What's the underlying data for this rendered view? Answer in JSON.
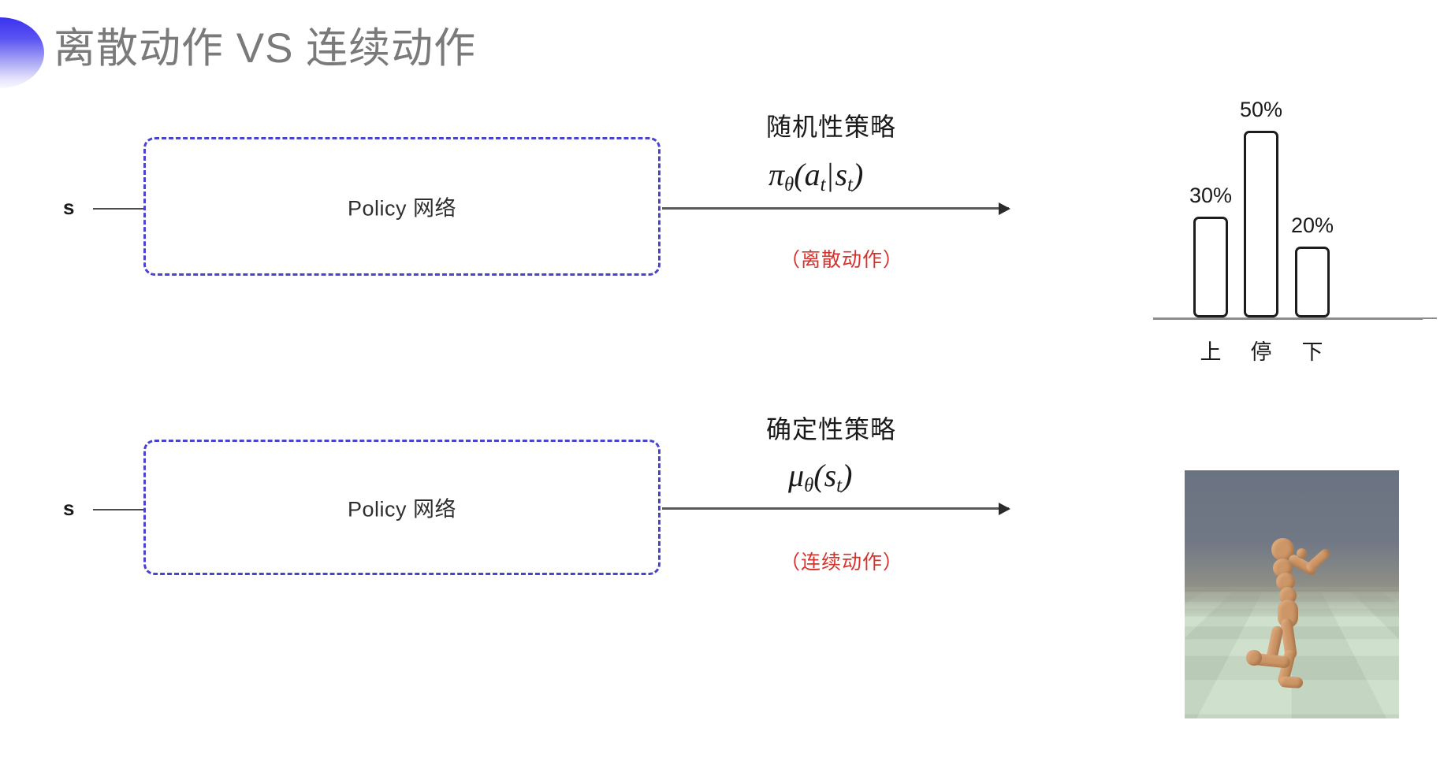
{
  "slide": {
    "title": "离散动作 VS 连续动作",
    "bullet_icon": "half-circle-bullet-icon",
    "title_color": "#7a7a7a",
    "accent_color": "#3b32ef",
    "red_accent": "#d8322c",
    "box_border_color": "#4a43cf"
  },
  "rows": [
    {
      "id": "discrete",
      "input_label": "s",
      "box_label": "Policy 网络",
      "policy_name": "随机性策略",
      "formula": {
        "head": "π",
        "head_sub": "θ",
        "open": "(",
        "arg1": "a",
        "arg1_sub": "t",
        "bar": "|",
        "arg2": "s",
        "arg2_sub": "t",
        "close": ")"
      },
      "action_tag": "（离散动作）",
      "output_kind": "bar-chart"
    },
    {
      "id": "continuous",
      "input_label": "s",
      "box_label": "Policy 网络",
      "policy_name": "确定性策略",
      "formula": {
        "head": "μ",
        "head_sub": "θ",
        "open": "(",
        "arg1": "s",
        "arg1_sub": "t",
        "bar": "",
        "arg2": "",
        "arg2_sub": "",
        "close": ")"
      },
      "action_tag": "（连续动作）",
      "output_kind": "humanoid-simulation"
    }
  ],
  "chart_data": {
    "type": "bar",
    "title": "",
    "categories": [
      "上",
      "停",
      "下"
    ],
    "values": [
      30,
      50,
      20
    ],
    "value_labels": [
      "30%",
      "50%",
      "20%"
    ],
    "xlabel": "",
    "ylabel": "",
    "ylim": [
      0,
      60
    ],
    "grid": false,
    "legend": "none",
    "bar_fill": "#ffffff",
    "bar_stroke": "#1d1d1d"
  },
  "simulation": {
    "name": "humanoid-simulation",
    "sky_color": "#6d7580",
    "floor_light": "#cfe0cc",
    "floor_dark": "#0b0b0b",
    "body_color": "#cd9667"
  }
}
